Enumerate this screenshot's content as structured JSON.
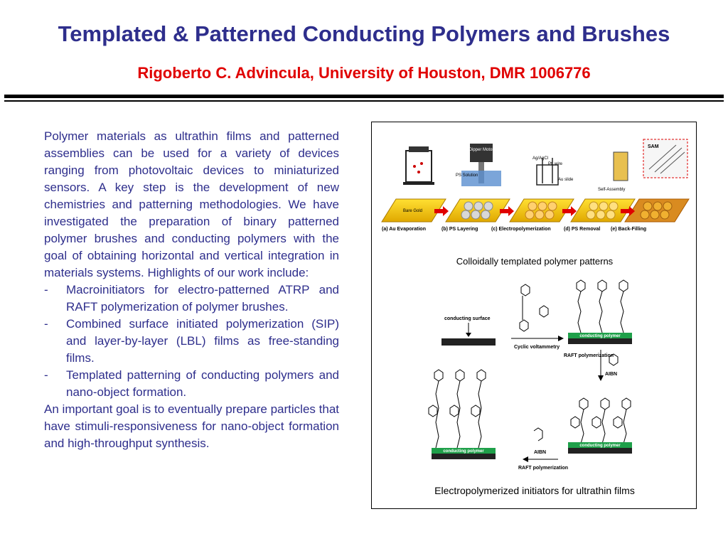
{
  "header": {
    "title": "Templated & Patterned Conducting Polymers and Brushes",
    "subtitle": "Rigoberto C. Advincula, University of Houston, DMR 1006776"
  },
  "body": {
    "intro": "Polymer materials as ultrathin films and patterned assemblies can be used for a variety of devices ranging from photovoltaic devices to miniaturized sensors. A key step is the development of new chemistries and patterning methodologies. We have investigated the preparation of binary patterned polymer brushes and conducting polymers with the goal of obtaining horizontal and vertical integration in materials systems. Highlights of our work include:",
    "bullets": [
      "Macroinitiators for electro-patterned ATRP and RAFT polymerization of polymer brushes.",
      "Combined surface initiated polymerization (SIP) and layer-by-layer (LBL) films as free-standing films.",
      "Templated patterning of conducting polymers and nano-object formation."
    ],
    "bullet_marker": "-",
    "closing": "An important goal is to eventually prepare particles that have stimuli-responsiveness for nano-object formation and high-throughput synthesis."
  },
  "figure": {
    "top_labels": {
      "dipper_motor": "Dipper Motor",
      "ag_agcl": "Ag/AgCl",
      "pt_wire": "Pt. wire",
      "au_slide": "Au slide",
      "ps_solution": "PS Solution",
      "sam": "SAM",
      "self_assembly": "Self-Assembly",
      "bare_gold": "Bare Gold"
    },
    "steps": [
      "(a) Au Evaporation",
      "(b) PS Layering",
      "(c) Electropolymerization",
      "(d) PS Removal",
      "(e) Back-Filling"
    ],
    "caption_top": "Colloidally templated polymer patterns",
    "bottom_labels": {
      "conducting_surface": "conducting surface",
      "cyclic_voltammetry": "Cyclic voltammetry",
      "conducting_polymer": "conducting polymer",
      "raft_polymerization": "RAFT polymerization",
      "aibn": "AIBN"
    },
    "caption_bottom": "Electropolymerized initiators for ultrathin films"
  },
  "colors": {
    "title": "#2e2e8c",
    "subtitle": "#e00000",
    "body_text": "#2e2e8c",
    "gold": "#f0c000",
    "conducting_green": "#1fa04a"
  }
}
